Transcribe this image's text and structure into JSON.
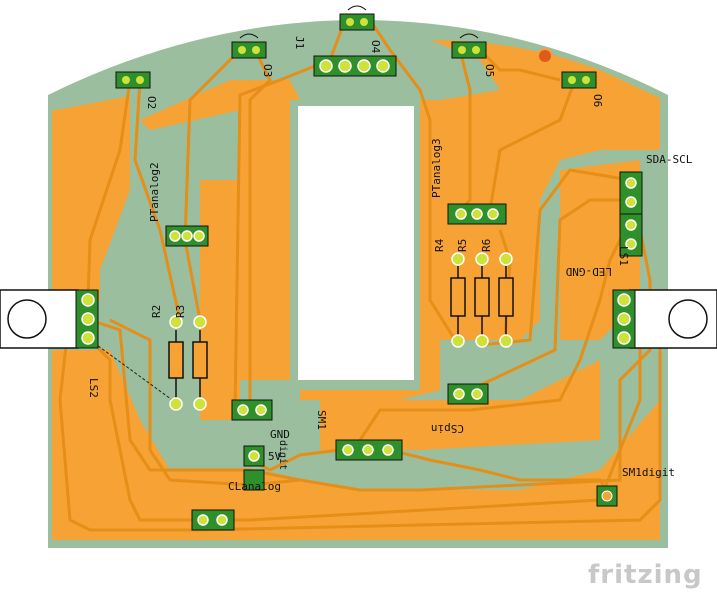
{
  "colors": {
    "board": "#9bbf9e",
    "copper": "#f7a234",
    "trace": "#e58e18",
    "pad_ring": "#2f8f2b",
    "pad_fill": "#ffffff",
    "via": "#cfe23a",
    "silkscreen": "#111111"
  },
  "labels": {
    "J1": "J1",
    "O4": "O4",
    "O3": "O3",
    "O2": "O2",
    "O5": "O5",
    "O6": "O6",
    "PTanalog2": "PTanalog2",
    "PTanalog3": "PTanalog3",
    "SDA_SCL": "SDA-SCL",
    "LED_GND": "LED-GND",
    "LS1": "LS1",
    "LS2": "LS2",
    "R2": "R2",
    "R3": "R3",
    "R4": "R4",
    "R5": "R5",
    "R6": "R6",
    "GND": "GND",
    "V5": "5V",
    "SM1": "SM1",
    "CSpin": "CSpin",
    "CLanalog": "CLanalog",
    "digit_small": "digit",
    "SM1digit": "SM1digit"
  },
  "brand": "fritzing"
}
